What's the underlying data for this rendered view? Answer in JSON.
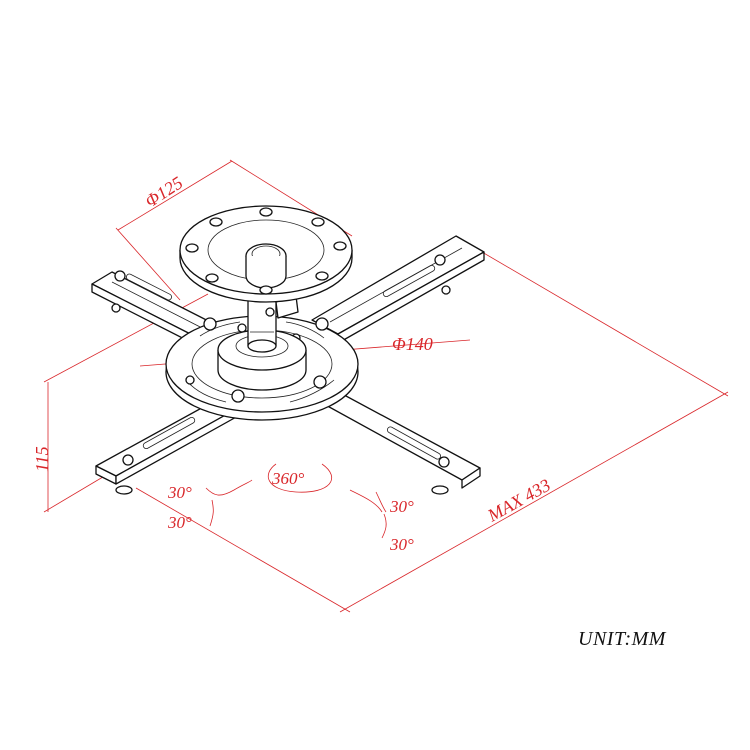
{
  "dimensions": {
    "flange_diameter": "Φ125",
    "plate_diameter": "Φ140",
    "height": "115",
    "max_length": "MAX 433",
    "rotation": "360°",
    "tilt_left_up": "30°",
    "tilt_left_down": "30°",
    "tilt_right_up": "30°",
    "tilt_right_down": "30°"
  },
  "unit_label": "UNIT:MM",
  "colors": {
    "dimension_lines": "#d9262a",
    "drawing_lines": "#111111",
    "background": "#ffffff"
  }
}
